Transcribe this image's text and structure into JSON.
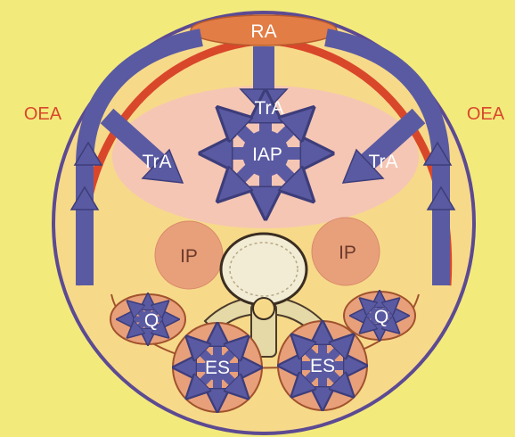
{
  "labels": {
    "ra": "RA",
    "oea_left": "OEA",
    "oea_right": "OEA",
    "tra_top": "TrA",
    "tra_left": "TrA",
    "tra_right": "TrA",
    "iap": "IAP",
    "ip_left": "IP",
    "ip_right": "IP",
    "q_left": "Q",
    "q_right": "Q",
    "es_left": "ES",
    "es_right": "ES"
  },
  "colors": {
    "background": "#f3ea7c",
    "body_fill": "#f7d98a",
    "outline": "#5c4a92",
    "red_band": "#d9472b",
    "ra_fill": "#e27d45",
    "abdomen_fill": "#f5c6b4",
    "muscle_fill": "#e8a07a",
    "arrow_fill": "#5a5aa2",
    "bone_fill": "#f2ecd4"
  }
}
